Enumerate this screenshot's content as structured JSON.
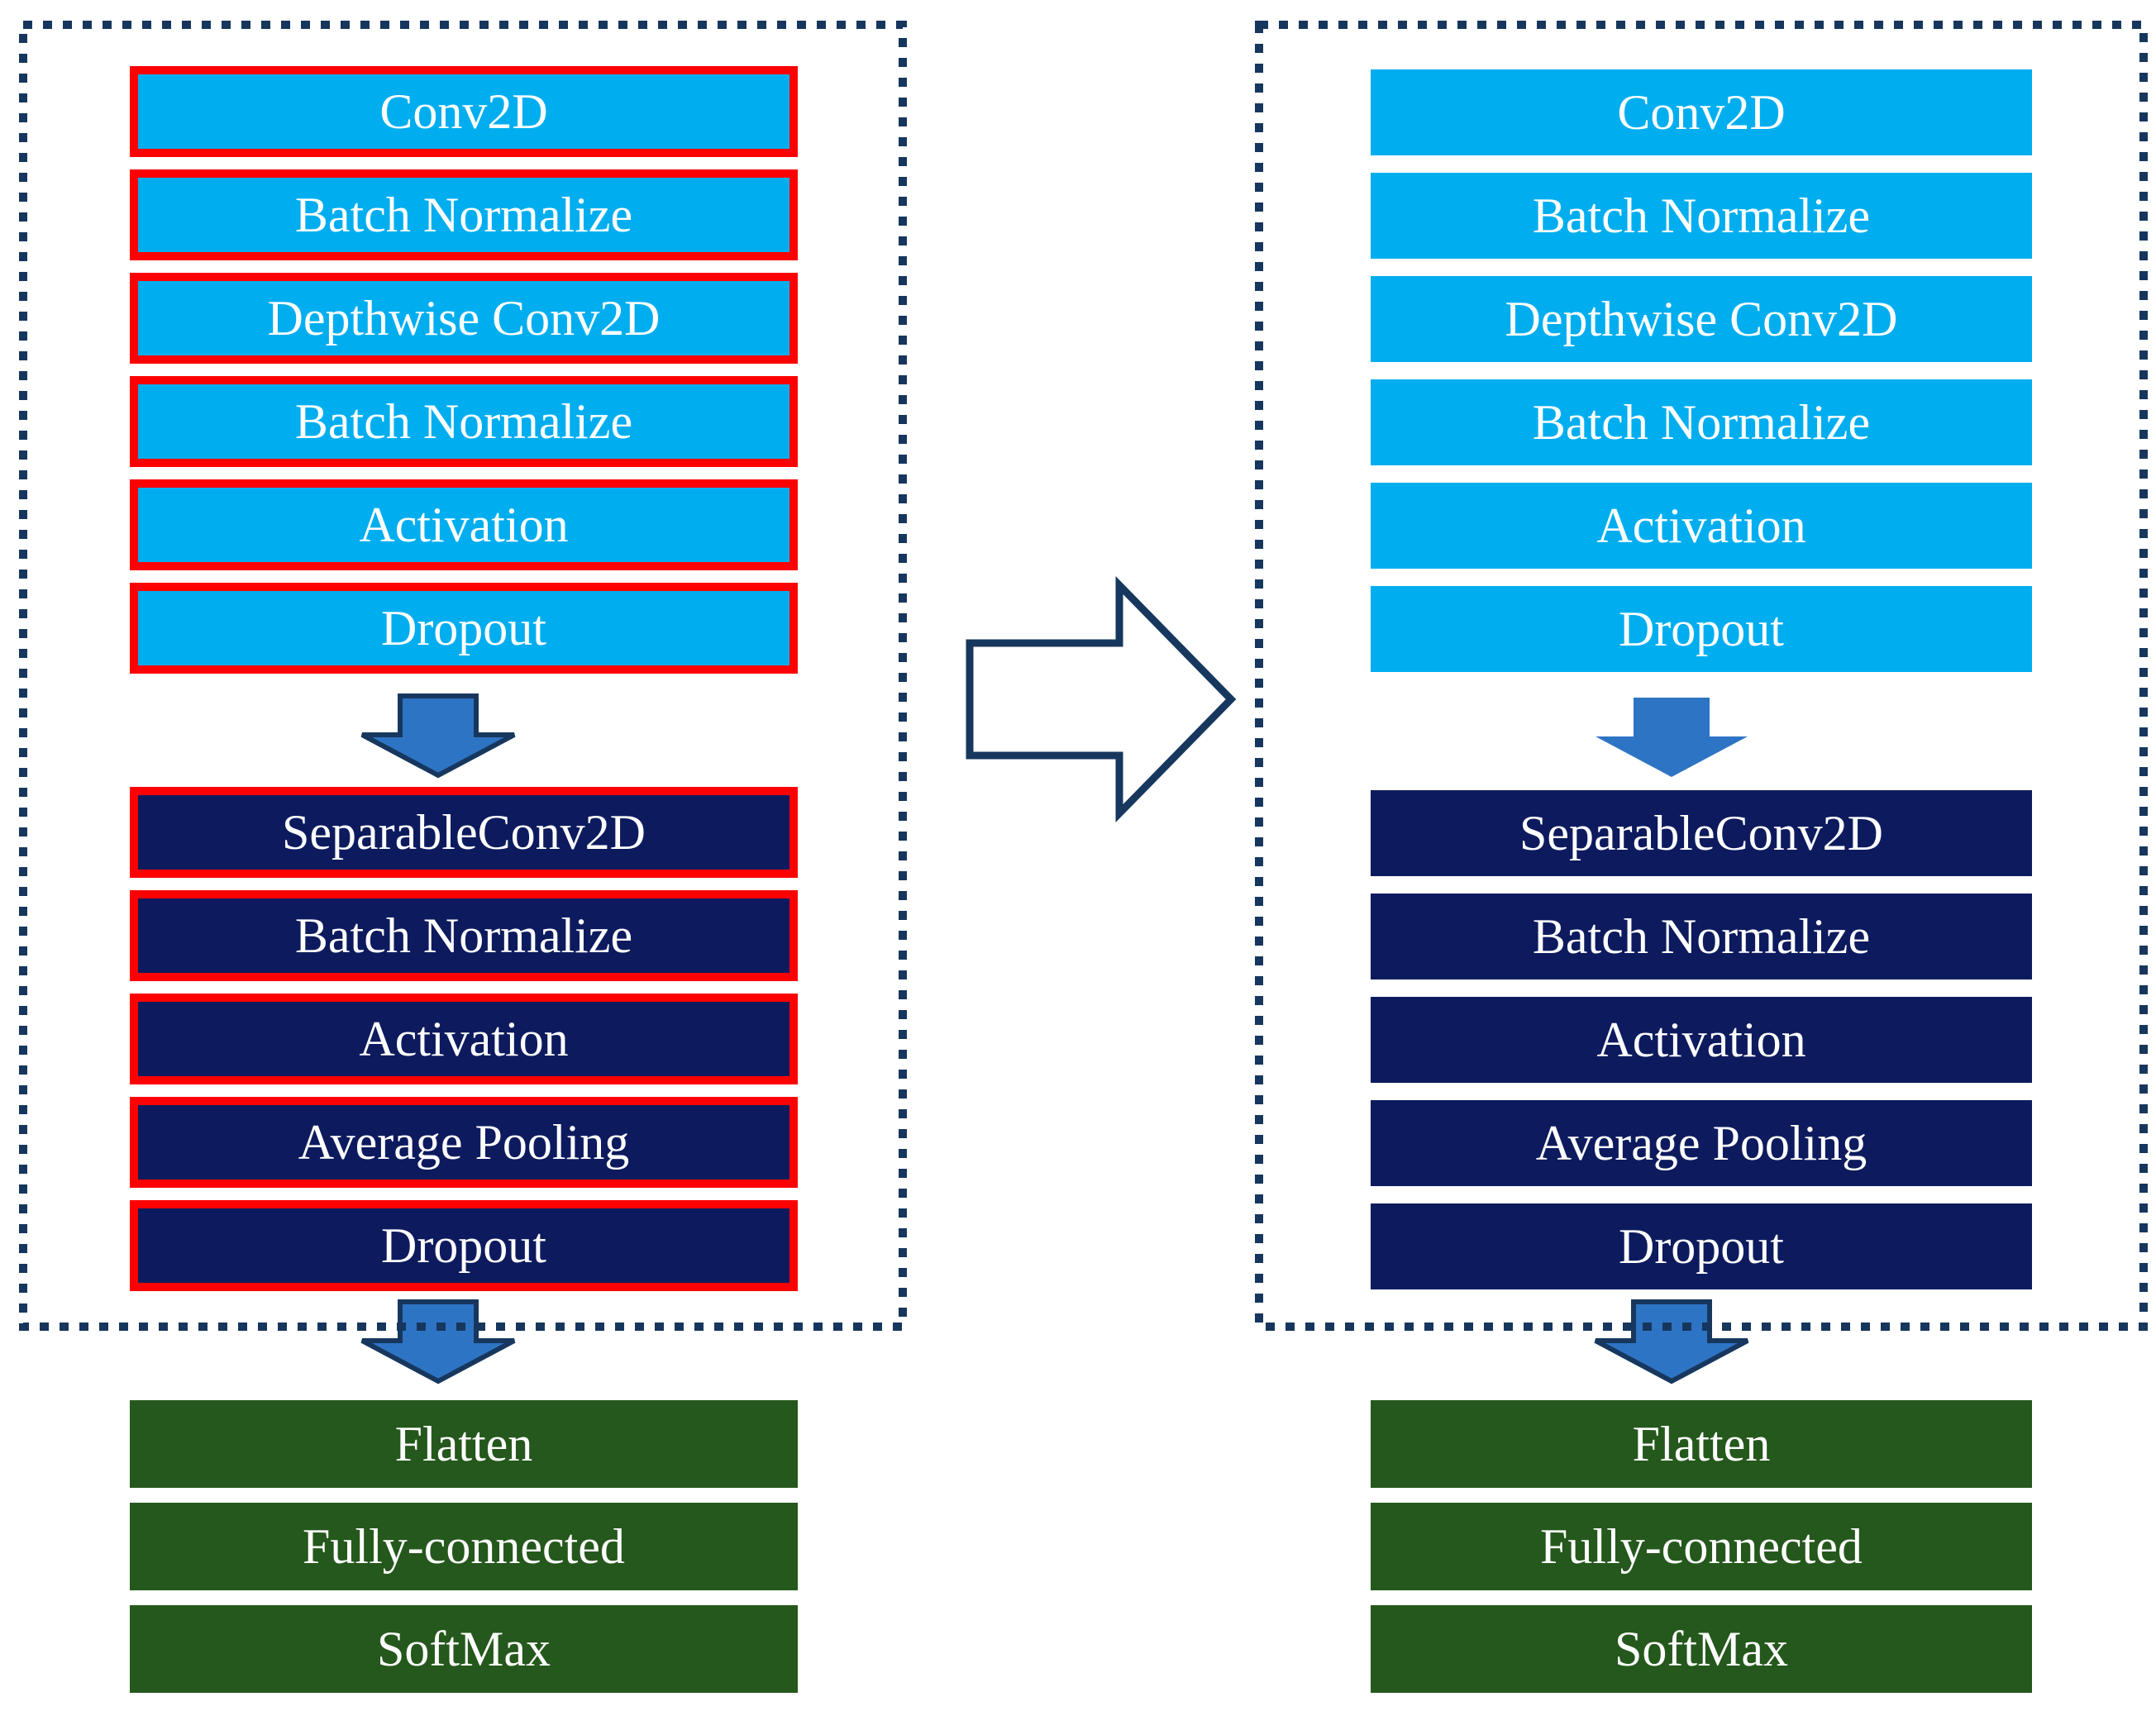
{
  "diagram": {
    "columns": [
      {
        "name": "left",
        "red_outline": true,
        "conv_block": [
          "Conv2D",
          "Batch Normalize",
          "Depthwise Conv2D",
          "Batch Normalize",
          "Activation",
          "Dropout"
        ],
        "separable_block": [
          "SeparableConv2D",
          "Batch Normalize",
          "Activation",
          "Average Pooling",
          "Dropout"
        ],
        "head_block": [
          "Flatten",
          "Fully-connected",
          "SoftMax"
        ]
      },
      {
        "name": "right",
        "red_outline": false,
        "conv_block": [
          "Conv2D",
          "Batch Normalize",
          "Depthwise Conv2D",
          "Batch Normalize",
          "Activation",
          "Dropout"
        ],
        "separable_block": [
          "SeparableConv2D",
          "Batch Normalize",
          "Activation",
          "Average Pooling",
          "Dropout"
        ],
        "head_block": [
          "Flatten",
          "Fully-connected",
          "SoftMax"
        ]
      }
    ],
    "colors": {
      "light_blue": "#00AEEF",
      "navy": "#0D1B5E",
      "green": "#25581C",
      "red": "#FF0000",
      "arrow_fill": "#2E74C4",
      "arrow_stroke": "#17375E",
      "dotted_border": "#17365D"
    }
  }
}
